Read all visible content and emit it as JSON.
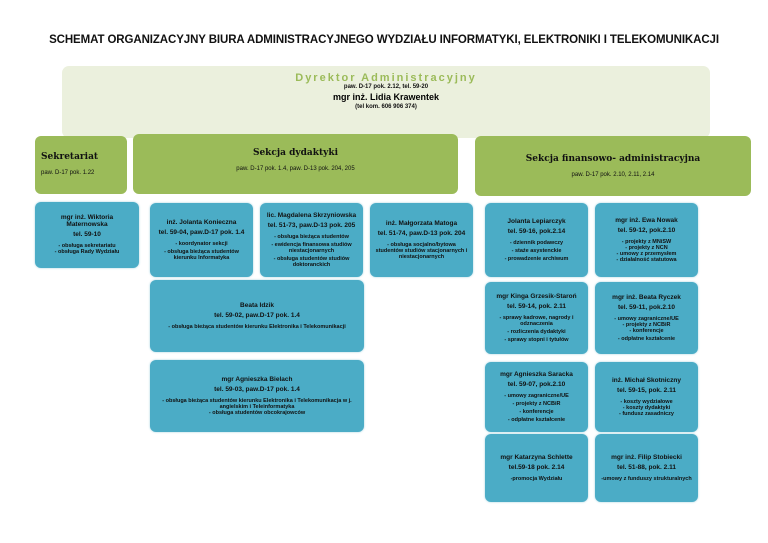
{
  "title": "SCHEMAT ORGANIZACYJNY BIURA ADMINISTRACYJNEGO WYDZIAŁU INFORMATYKI, ELEKTRONIKI I TELEKOMUNIKACJI",
  "director": {
    "title": "Dyrektor Administracyjny",
    "location": "paw. D-17 pok. 2.12,  tel. 59-20",
    "name": "mgr inż. Lidia Krawentek",
    "mobile": "(tel kom. 606 906 374)"
  },
  "sections": [
    {
      "title": "Sekretariat",
      "location": "paw. D-17 pok. 1.22"
    },
    {
      "title": "Sekcja dydaktyki",
      "location": "paw. D-17 pok. 1.4, paw. D-13 pok. 204, 205"
    },
    {
      "title": "Sekcja finansowo- administracyjna",
      "location": "paw. D-17 pok. 2.10, 2.11, 2.14"
    }
  ],
  "cards": [
    {
      "name": "mgr inż. Wiktoria Maternowska",
      "phone": "tel. 59-10",
      "duties": [
        "- obsługa sekretariatu\n- obsługa Rady Wydziału"
      ]
    },
    {
      "name": "inż. Jolanta Konieczna",
      "phone": "tel. 59-04, paw.D-17 pok. 1.4",
      "duties": [
        "- koordynator sekcji",
        "- obsługa bieżąca studentów kierunku Informatyka"
      ]
    },
    {
      "name": "lic. Magdalena Skrzyniowska",
      "phone": "tel. 51-73, paw.D-13 pok. 205",
      "duties": [
        "- obsługa bieżąca studentów",
        "- ewidencja finansowa studiów niestacjonarnych",
        "- obsługa studentów studiów doktoranckich"
      ]
    },
    {
      "name": "inż. Małgorzata Matoga",
      "phone": "tel. 51-74, paw.D-13 pok. 204",
      "duties": [
        "- obsługa socjalno/bytowa studentów studiów stacjonarnych i niestacjonarnych"
      ]
    },
    {
      "name": "Beata Idzik",
      "phone": "tel. 59-02, paw.D-17 pok. 1.4",
      "duties": [
        "- obsługa bieżąca studentów kierunku Elektronika i Telekomunikacji"
      ]
    },
    {
      "name": "mgr Agnieszka Bielach",
      "phone": "tel. 59-03, paw.D-17 pok. 1.4",
      "duties": [
        "- obsługa bieżąca studentów kierunku Elektronika i Telekomunikacja w j. angielskim i Teleinformatyka\n- obsługa studentów obcokrajowców"
      ]
    },
    {
      "name": "Jolanta Lepiarczyk",
      "phone": "tel. 59-16, pok.2.14",
      "duties": [
        "- dziennik podawczy",
        "- staże asystenckie",
        "- prowadzenie archiwum"
      ]
    },
    {
      "name": "mgr inż. Ewa Nowak",
      "phone": "tel. 59-12, pok.2.10",
      "duties": [
        "- projekty z MNiSW\n- projekty z NCN\n- umowy z przemysłem\n- działalność statutowa"
      ]
    },
    {
      "name": "mgr Kinga Grzesik-Staroń",
      "phone": "tel. 59-14, pok. 2.11",
      "duties": [
        "- sprawy kadrowe, nagrody i odznaczenia",
        "- rozliczenia dydaktyki",
        "- sprawy stopni i tytułów"
      ]
    },
    {
      "name": "mgr inż. Beata Ryczek",
      "phone": "tel. 59-11, pok.2.10",
      "duties": [
        "- umowy zagraniczne/UE\n- projekty z NCBiR\n- konferencje",
        "- odpłatne kształcenie"
      ]
    },
    {
      "name": "mgr Agnieszka Saracka",
      "phone": "tel. 59-07, pok.2.10",
      "duties": [
        "- umowy zagraniczne/UE",
        "- projekty z NCBiR",
        "- konferencje",
        "- odpłatne kształcenie"
      ]
    },
    {
      "name": "inż. Michał Skotniczny",
      "phone": "tel. 59-15, pok. 2.11",
      "duties": [
        "- koszty wydziałowe\n- koszty dydaktyki\n- fundusz  zasadniczy"
      ]
    },
    {
      "name": "mgr Katarzyna Schlette",
      "phone": "tel.59-18 pok. 2.14",
      "duties": [
        "-promocja Wydziału"
      ]
    },
    {
      "name": "mgr inż. Filip Stobiecki",
      "phone": "tel. 51-88, pok. 2.11",
      "duties": [
        "-umowy z funduszy strukturalnych"
      ]
    }
  ]
}
